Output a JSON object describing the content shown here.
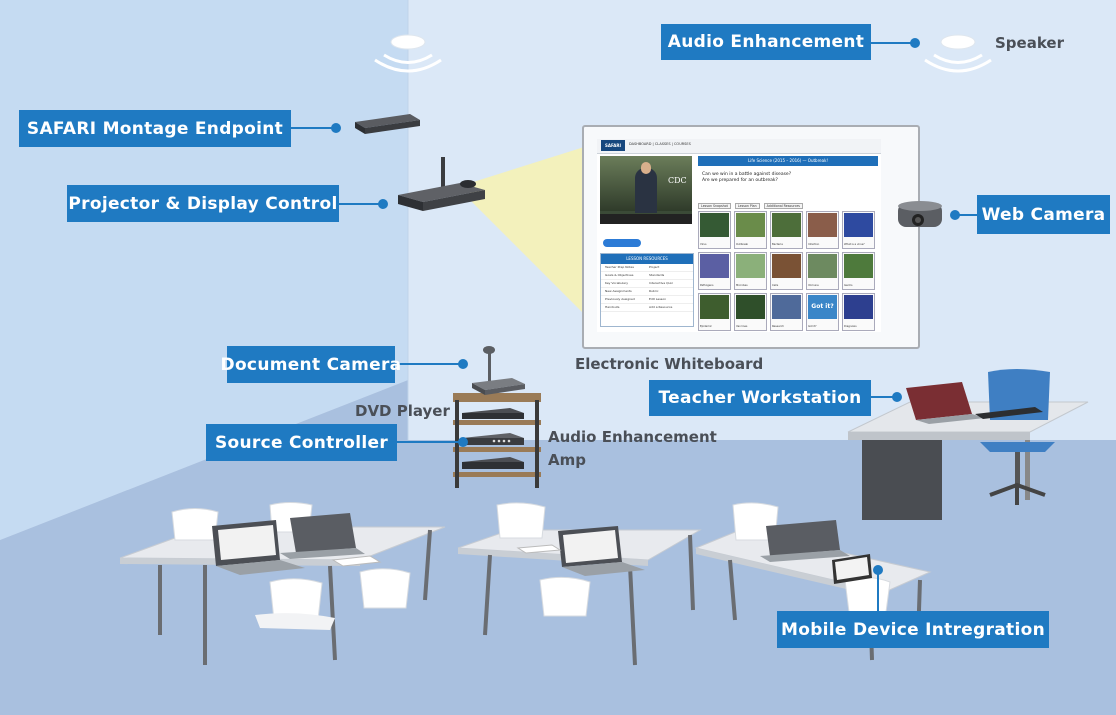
{
  "labels": {
    "audio_enhancement": "Audio Enhancement",
    "speaker": "Speaker",
    "safari_endpoint": "SAFARI Montage Endpoint",
    "projector_control": "Projector & Display Control",
    "web_camera": "Web Camera",
    "electronic_whiteboard": "Electronic Whiteboard",
    "document_camera": "Document Camera",
    "teacher_workstation": "Teacher Workstation",
    "dvd_player": "DVD Player",
    "source_controller": "Source Controller",
    "audio_amp_line1": "Audio Enhancement",
    "audio_amp_line2": "Amp",
    "mobile_device": "Mobile Device Intregration"
  },
  "whiteboard_screen": {
    "logo": "SAFARI MONTAGE",
    "nav": "DASHBOARD | CLASSES | COURSES",
    "course_header": "Life Science (2015 – 2016) — Outbreak!",
    "question_1": "Can we win in a battle against disease?",
    "question_2": "Are we prepared for an outbreak?",
    "video_caption": "CDC",
    "tabs": [
      "Lesson Snapshot",
      "Lesson Plan",
      "Additional Resources"
    ],
    "resources_title": "LESSON RESOURCES",
    "resources": [
      [
        "Teacher Prep Notes",
        "Project"
      ],
      [
        "Goals & Objectives",
        "Standards"
      ],
      [
        "Key Vocabulary",
        "Interactive Quiz"
      ],
      [
        "New Assignments",
        "Rubric"
      ],
      [
        "Previously Assigned",
        "Edit Lesson"
      ],
      [
        "Handouts",
        "Add a Resource"
      ]
    ],
    "thumb_captions": [
      "Virus",
      "Outbreak",
      "Bacteria",
      "Infection",
      "What is a virus?",
      "Pathogens",
      "Microbes",
      "Cells",
      "Immune",
      "Germs",
      "Epidemic",
      "Vaccines",
      "Research",
      "Got it?",
      "Diagnosis"
    ],
    "got_it": "Got it?",
    "what_virus": "What is a virus?"
  },
  "colors": {
    "callout_bg": "#1f7ac2",
    "wall": "#dce9f7",
    "floor": "#a9c0df",
    "beam": "#f3f0b4"
  }
}
